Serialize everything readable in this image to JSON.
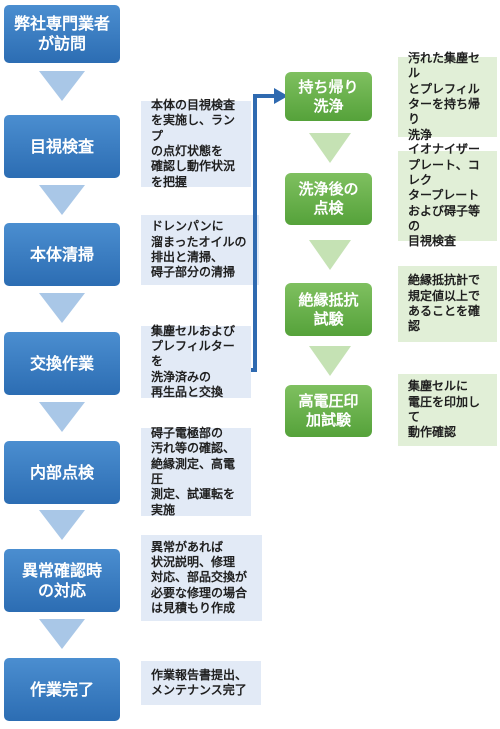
{
  "left_steps": [
    {
      "label": "弊社専門業者\nが訪問",
      "note": ""
    },
    {
      "label": "目視検査",
      "note": "本体の目視検査\nを実施し、ランプ\nの点灯状態を\n確認し動作状況\nを把握"
    },
    {
      "label": "本体清掃",
      "note": "ドレンパンに\n溜まったオイルの\n排出と清掃、\n碍子部分の清掃"
    },
    {
      "label": "交換作業",
      "note": "集塵セルおよび\nプレフィルターを\n洗浄済みの\n再生品と交換"
    },
    {
      "label": "内部点検",
      "note": "碍子電極部の\n汚れ等の確認、\n絶縁測定、高電圧\n測定、試運転を\n実施"
    },
    {
      "label": "異常確認時\nの対応",
      "note": "異常があれば\n状況説明、修理\n対応、部品交換が\n必要な修理の場合\nは見積もり作成"
    },
    {
      "label": "作業完了",
      "note": "作業報告書提出、\nメンテナンス完了"
    }
  ],
  "right_steps": [
    {
      "label": "持ち帰り\n洗浄",
      "note": "汚れた集塵セル\nとプレフィル\nターを持ち帰り\n洗浄"
    },
    {
      "label": "洗浄後の\n点検",
      "note": "イオナイザー\nプレート、コレク\nタープレート\nおよび碍子等の\n目視検査"
    },
    {
      "label": "絶縁抵抗\n試験",
      "note": "絶縁抵抗計で\n規定値以上で\nあることを確認"
    },
    {
      "label": "高電圧印\n加試験",
      "note": "集塵セルに\n電圧を印加して\n動作確認"
    }
  ],
  "colors": {
    "blue_box": "#3a7cc2",
    "blue_note": "#e2eaf6",
    "green_box": "#6bb24b",
    "green_note": "#e1efd7",
    "arrow_blue": "#a9c7e7",
    "arrow_green": "#c5e2b4",
    "connector": "#2f6ab0"
  }
}
